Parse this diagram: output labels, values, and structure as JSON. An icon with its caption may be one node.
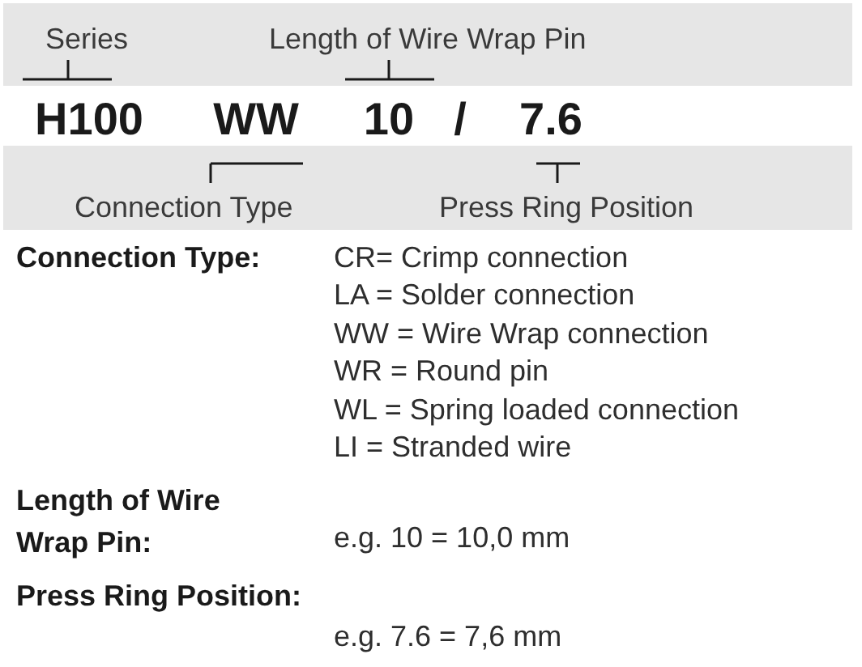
{
  "diagram": {
    "nodes": [
      {
        "text": [
          "Series",
          "Length of Wire Wrap Pin"
        ]
      },
      {
        "text": [
          "Connection Type",
          "Press Ring Position"
        ]
      }
    ],
    "labels": [
      "H100",
      "WW",
      "10",
      "/",
      "7.6",
      "Connection Type:",
      "CR= Crimp connection",
      "LA = Solder connection",
      "WW = Wire Wrap connection",
      "WR = Round pin",
      "WL = Spring loaded connection",
      "LI = Stranded wire",
      "Length of Wire Wrap Pin:",
      "e.g. 10 = 10,0 mm",
      "Press Ring Position:",
      "e.g. 7.6 = 7,6 mm"
    ]
  }
}
